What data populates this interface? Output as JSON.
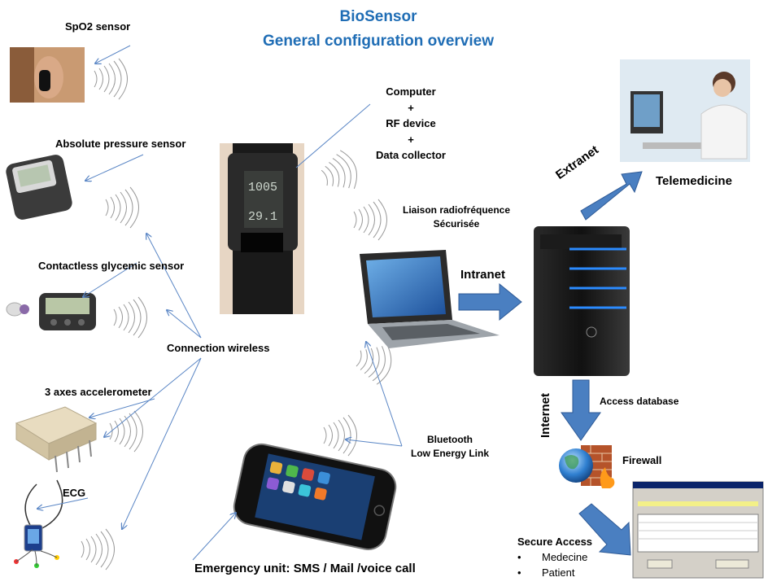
{
  "title": {
    "line1": "BioSensor",
    "line2": "General configuration overview"
  },
  "sensors": {
    "spo2": "SpO2 sensor",
    "pressure": "Absolute pressure sensor",
    "glycemic": "Contactless glycemic sensor",
    "accelerometer": "3 axes accelerometer",
    "ecg": "ECG"
  },
  "connection_wireless": "Connection wireless",
  "collector": {
    "line1": "Computer",
    "plus1": "+",
    "line2": "RF device",
    "plus2": "+",
    "line3": "Data collector"
  },
  "wrist_display": {
    "line1": "1005",
    "line2": "29.1"
  },
  "rf_link": {
    "line1": "Liaison radiofréquence",
    "line2": "Sécurisée"
  },
  "intranet": "Intranet",
  "extranet": "Extranet",
  "internet": "Internet",
  "telemedicine": "Telemedicine",
  "access_database": "Access database",
  "firewall": "Firewall",
  "bluetooth": {
    "line1": "Bluetooth",
    "line2": "Low Energy Link"
  },
  "emergency": "Emergency unit:  SMS / Mail /voice call",
  "secure_access": {
    "title": "Secure Access",
    "items": [
      "Medecine",
      "Patient"
    ]
  },
  "colors": {
    "title": "#1f6db5",
    "arrow_fill": "#4a7fc1",
    "arrow_stroke": "#2e5a96",
    "line": "#5a86c5"
  }
}
